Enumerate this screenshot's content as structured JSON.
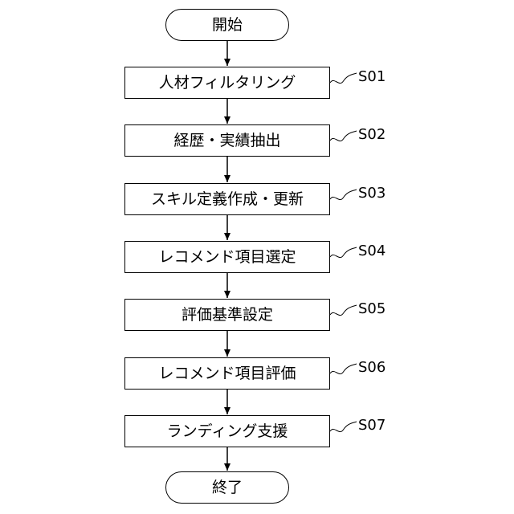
{
  "diagram": {
    "start": "開始",
    "end": "終了",
    "steps": [
      {
        "id": "S01",
        "label": "人材フィルタリング"
      },
      {
        "id": "S02",
        "label": "経歴・実績抽出"
      },
      {
        "id": "S03",
        "label": "スキル定義作成・更新"
      },
      {
        "id": "S04",
        "label": "レコメンド項目選定"
      },
      {
        "id": "S05",
        "label": "評価基準設定"
      },
      {
        "id": "S06",
        "label": "レコメンド項目評価"
      },
      {
        "id": "S07",
        "label": "ランディング支援"
      }
    ]
  }
}
